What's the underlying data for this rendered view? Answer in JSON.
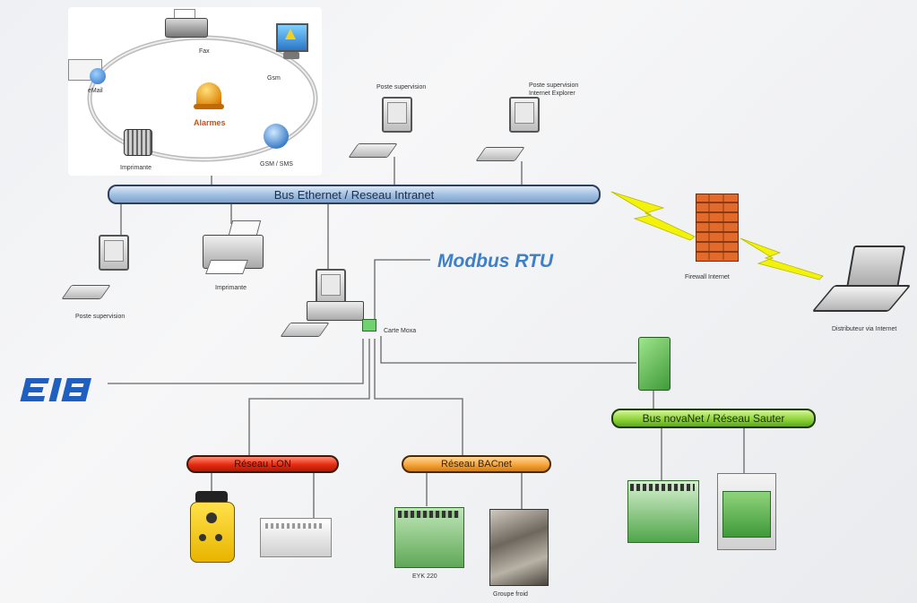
{
  "panel": {
    "labels": {
      "fax": "Fax",
      "email": "eMail",
      "gsm": "Gsm",
      "imprimante": "Imprimante",
      "gsm_sms": "GSM / SMS"
    },
    "alarm_label": "Alarmes"
  },
  "buses": {
    "ethernet": "Bus Ethernet / Reseau Intranet",
    "lon": "Réseau LON",
    "bacnet": "Réseau BACnet",
    "novanet": "Bus novaNet / Réseau Sauter"
  },
  "modbus_label": "Modbus RTU",
  "logo_text": "EIB",
  "devices": {
    "poste_top": "Poste supervision",
    "poste_ie": [
      "Poste supervision",
      "Internet Explorer"
    ],
    "poste_left": "Poste supervision",
    "imprimante": "Imprimante",
    "carte_moxa": "Carte Moxa",
    "firewall": "Firewall Internet",
    "distributeur": "Distributeur via Internet",
    "eyk": "EYK 220",
    "groupe_froid": "Groupe froid"
  },
  "colors": {
    "ethernet_bus": "#9ebde0",
    "lon_bus": "#e52a10",
    "bacnet_bus": "#f4a43a",
    "novanet_bus": "#8fd43a",
    "modbus_text": "#3d7fc9",
    "eib_logo": "#1f5fbf",
    "lightning": "#f2f20a"
  }
}
